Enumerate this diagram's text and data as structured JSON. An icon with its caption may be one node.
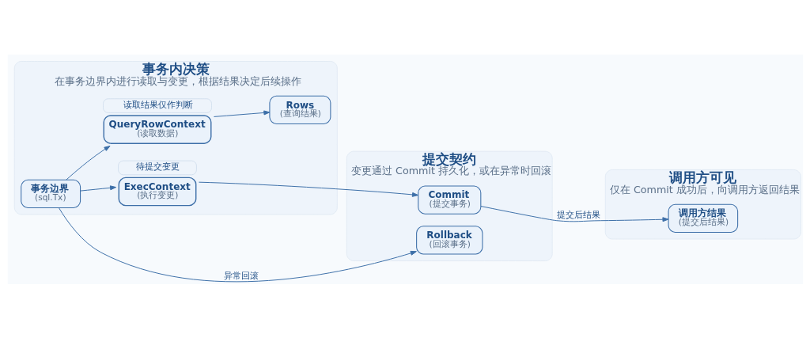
{
  "diagram": {
    "nodes": [
      {
        "text": [
          "事务内决策",
          "在事务边界内进行读取与变更，根据结果决定后续操作"
        ]
      },
      {
        "text": [
          "事务边界",
          "(sql.Tx)"
        ],
        "in": 0
      },
      {
        "text": [
          "QueryRowContext",
          "(读取数据)"
        ],
        "in": 0,
        "beside": [
          "读取结果仅作判断"
        ]
      },
      {
        "text": [
          "Rows",
          "(查询结果)"
        ],
        "in": 0
      },
      {
        "text": [
          "ExecContext",
          "(执行变更)"
        ],
        "in": 0,
        "beside": [
          "待提交变更"
        ]
      },
      {
        "text": [
          "提交契约",
          "变更通过 Commit 持久化，或在异常时回滚"
        ]
      },
      {
        "text": [
          "Commit",
          "(提交事务)"
        ],
        "in": 5
      },
      {
        "text": [
          "Rollback",
          "(回滚事务)"
        ],
        "in": 5
      },
      {
        "text": [
          "调用方可见",
          "仅在 Commit 成功后，向调用方返回结果"
        ]
      },
      {
        "text": [
          "调用方结果",
          "(提交后结果)"
        ],
        "in": 8
      }
    ],
    "edges": [
      {
        "from": 1,
        "to": 2,
        "arrow": "to"
      },
      {
        "from": 2,
        "to": 3,
        "arrow": "to"
      },
      {
        "from": 1,
        "to": 4,
        "arrow": "to"
      },
      {
        "from": 4,
        "to": 6,
        "arrow": "to"
      },
      {
        "from": 1,
        "to": 7,
        "arrow": "to",
        "label": "异常回滚"
      },
      {
        "from": 6,
        "to": 9,
        "arrow": "to",
        "label": "提交后结果"
      }
    ]
  }
}
